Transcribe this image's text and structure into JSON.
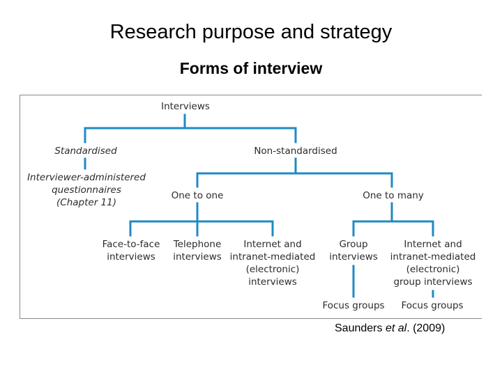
{
  "slide": {
    "title": "Research purpose and strategy",
    "subtitle": "Forms of interview"
  },
  "diagram": {
    "line_color": "#1f8ac5",
    "nodes": {
      "interviews": "Interviews",
      "standardised": "Standardised",
      "interviewer_administered": [
        "Interviewer-administered",
        "questionnaires",
        "(Chapter 11)"
      ],
      "non_standardised": "Non-standardised",
      "one_to_one": "One to one",
      "one_to_many": "One to many",
      "face_to_face": [
        "Face-to-face",
        "interviews"
      ],
      "telephone": [
        "Telephone",
        "interviews"
      ],
      "internet_one": [
        "Internet and",
        "intranet-mediated",
        "(electronic)",
        "interviews"
      ],
      "group": [
        "Group",
        "interviews"
      ],
      "internet_many": [
        "Internet and",
        "intranet-mediated",
        "(electronic)",
        "group interviews"
      ],
      "focus_groups_1": "Focus groups",
      "focus_groups_2": "Focus groups"
    }
  },
  "citation": {
    "prefix": "Saunders ",
    "italic": "et al",
    "suffix": ". (2009)"
  }
}
